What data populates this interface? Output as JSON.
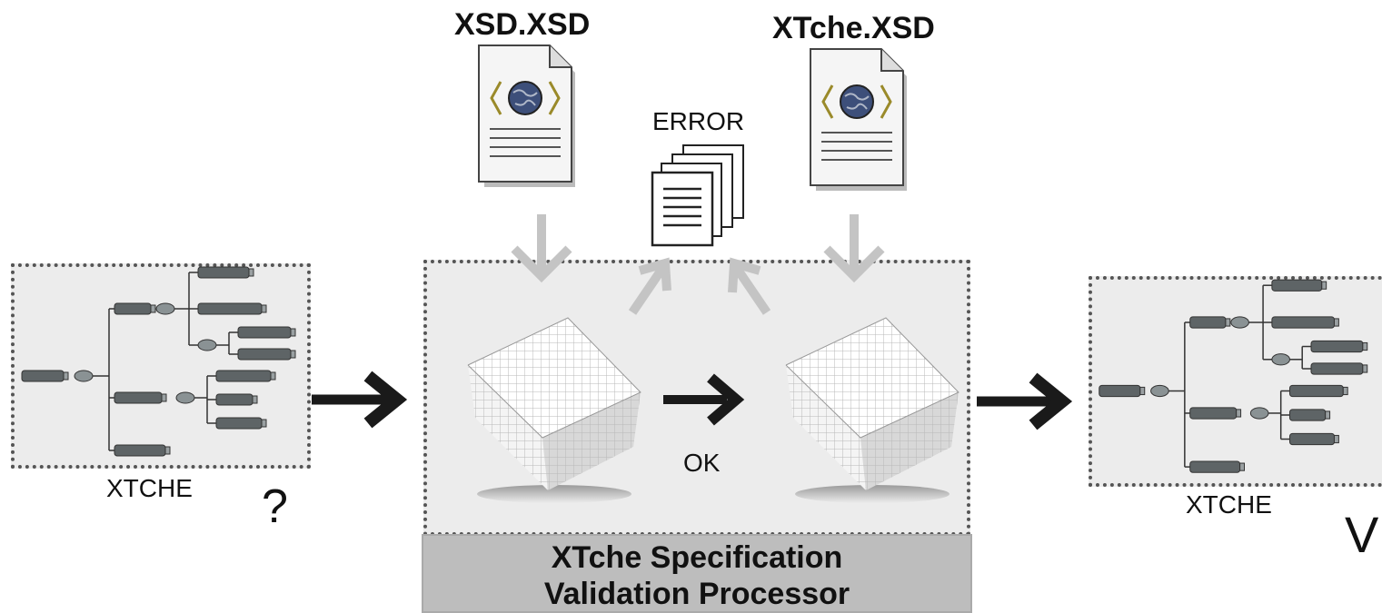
{
  "left_tree": {
    "label": "XTCHE",
    "mark": "?"
  },
  "right_tree": {
    "label": "XTCHE",
    "mark": "V"
  },
  "inputs": [
    {
      "name": "XSD.XSD"
    },
    {
      "name": "XTche.XSD"
    }
  ],
  "error_label": "ERROR",
  "ok_label": "OK",
  "processor": {
    "line1": "XTche Specification",
    "line2": "Validation Processor"
  },
  "icons": [
    "xsd-document-icon",
    "error-stack-icon",
    "cube-icon",
    "xml-tree-icon",
    "arrow-icon"
  ],
  "colors": {
    "panel": "#ececec",
    "footer": "#bdbdbd",
    "arrow": "#1a1a1a",
    "light_arrow": "#c4c4c4",
    "node": "#5e6466"
  }
}
